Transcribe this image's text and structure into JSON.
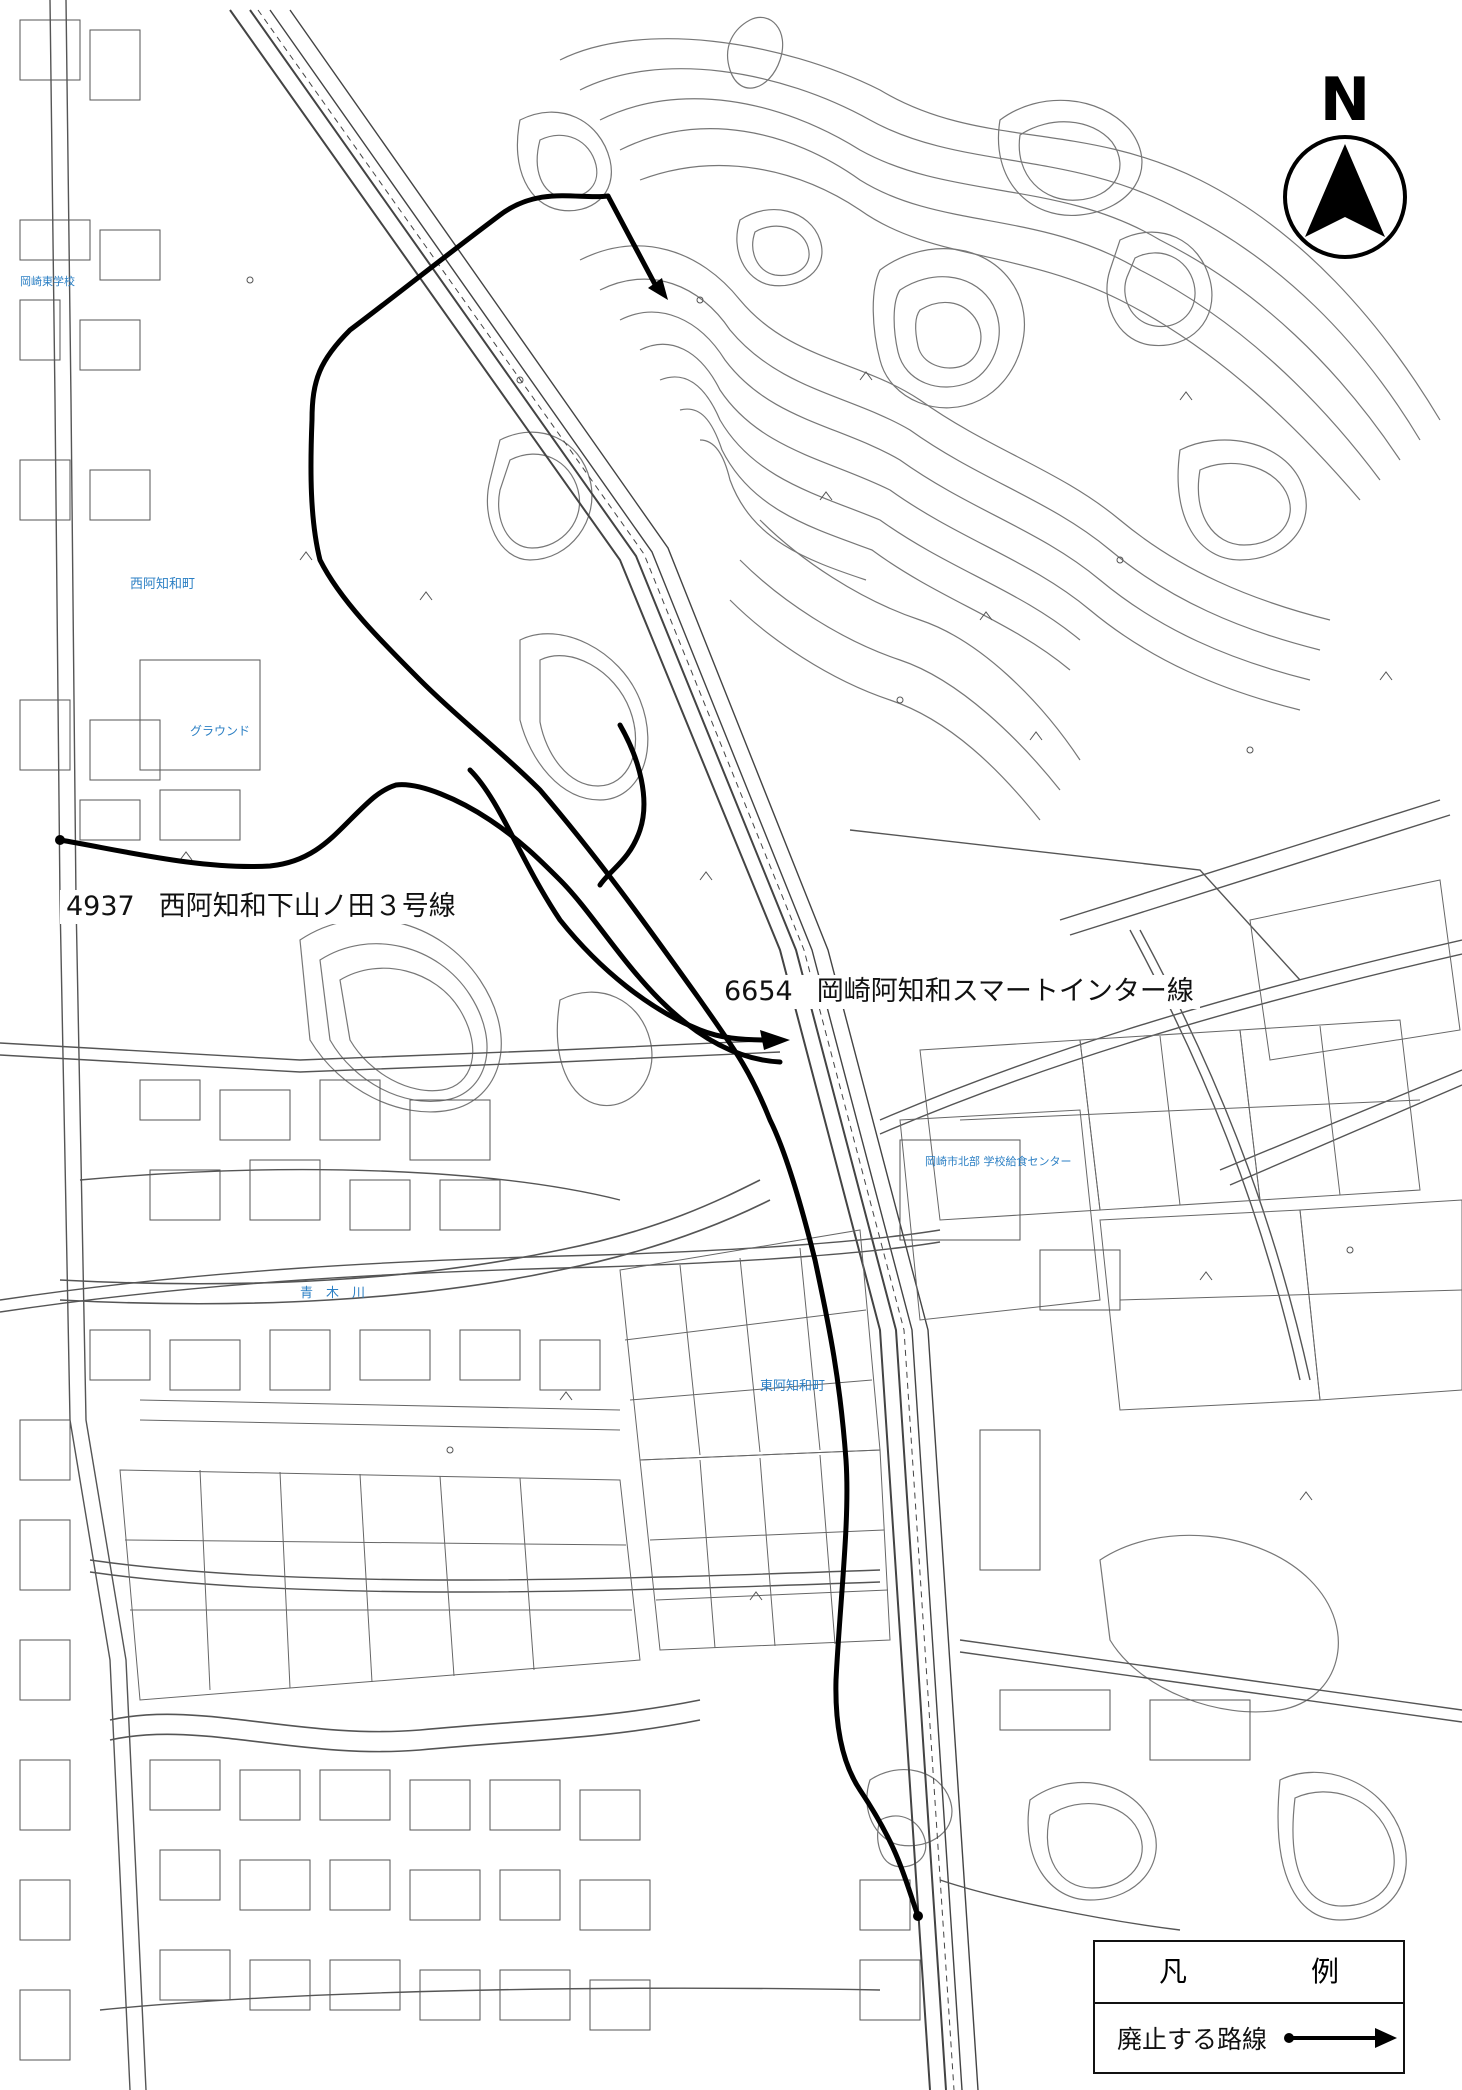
{
  "map": {
    "north_label": "N",
    "routes": [
      {
        "number": "4937",
        "name": "西阿知和下山ノ田３号線"
      },
      {
        "number": "6654",
        "name": "岡崎阿知和スマートインター線"
      }
    ],
    "place_labels": {
      "nishi_achiwa": "西阿知和町",
      "higashi_achiwa": "東阿知和町",
      "ground": "グラウンド",
      "aoki_river": "青　木　川",
      "lunch_center": "岡崎市北部\n学校給食センター",
      "school": "岡崎東学校"
    },
    "legend": {
      "title": "凡　例",
      "item_label": "廃止する路線"
    },
    "colors": {
      "route": "#000000",
      "map_lines": "#555555",
      "contours": "#777777",
      "blue_labels": "#2b7fc4"
    }
  }
}
